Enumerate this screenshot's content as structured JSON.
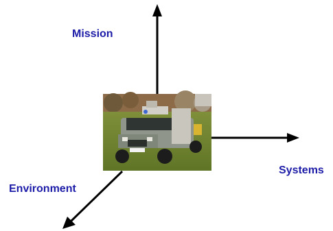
{
  "diagram": {
    "center_picture": "military-humvee-vehicle-photo",
    "axes": [
      {
        "id": "mission",
        "label": "Mission",
        "direction": "up"
      },
      {
        "id": "systems",
        "label": "Systems",
        "direction": "right"
      },
      {
        "id": "environment",
        "label": "Environment",
        "direction": "down-left"
      }
    ]
  },
  "colors": {
    "label": "#1c1ca8",
    "arrow": "#000000"
  }
}
